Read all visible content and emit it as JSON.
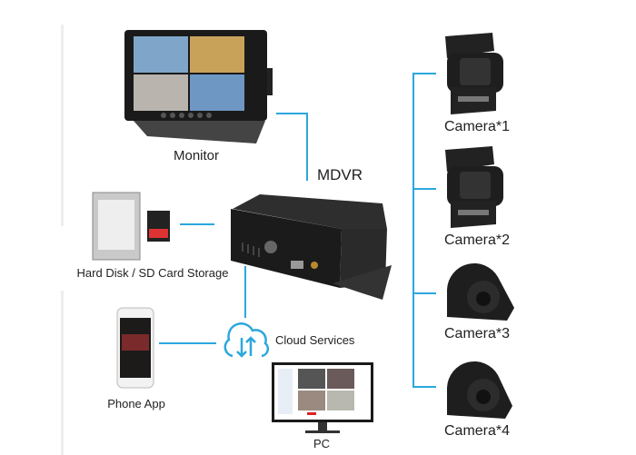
{
  "title": "MDVR",
  "labels": {
    "monitor": "Monitor",
    "mdvr": "MDVR",
    "storage": "Hard Disk / SD Card Storage",
    "cloud": "Cloud Services",
    "phone": "Phone App",
    "pc": "PC"
  },
  "cameras": [
    "Camera*1",
    "Camera*2",
    "Camera*3",
    "Camera*4"
  ],
  "colors": {
    "connector": "#2ca7dd",
    "device": "#1c1c1c"
  }
}
